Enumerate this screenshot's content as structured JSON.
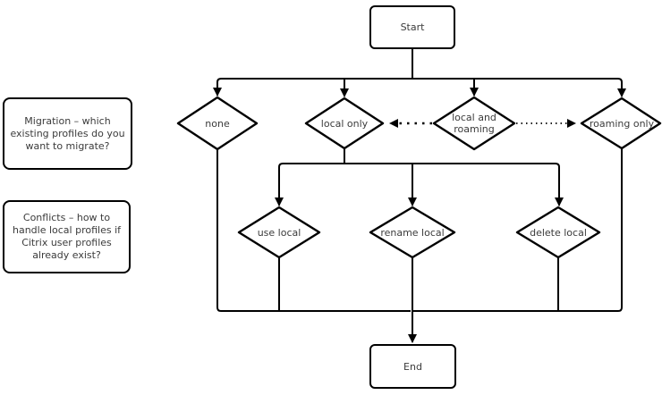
{
  "diagram": {
    "type": "flowchart",
    "colors": {
      "line": "#000000",
      "text": "#3b3b3b",
      "node_fill": "#ffffff",
      "background": "#ffffff"
    },
    "nodes": {
      "start": {
        "label": "Start",
        "shape": "rounded-rect"
      },
      "none": {
        "label": "none",
        "shape": "diamond"
      },
      "local_only": {
        "label": "local only",
        "shape": "diamond"
      },
      "local_and_roaming": {
        "label": "local and roaming",
        "shape": "diamond"
      },
      "roaming_only": {
        "label": "roaming only",
        "shape": "diamond"
      },
      "use_local": {
        "label": "use local",
        "shape": "diamond"
      },
      "rename_local": {
        "label": "rename local",
        "shape": "diamond"
      },
      "delete_local": {
        "label": "delete local",
        "shape": "diamond"
      },
      "end": {
        "label": "End",
        "shape": "rounded-rect"
      }
    },
    "annotations": {
      "migration_note": "Migration – which existing profiles do you want to migrate?",
      "conflicts_note": "Conflicts – how to handle local profiles if Citrix user profiles already exist?"
    },
    "edges": [
      {
        "from": "start",
        "to": "none",
        "style": "solid-arrow"
      },
      {
        "from": "start",
        "to": "local_only",
        "style": "solid-arrow"
      },
      {
        "from": "start",
        "to": "local_and_roaming",
        "style": "solid-arrow"
      },
      {
        "from": "start",
        "to": "roaming_only",
        "style": "solid-arrow"
      },
      {
        "from": "local_and_roaming",
        "to": "local_only",
        "style": "dotted-arrow"
      },
      {
        "from": "local_and_roaming",
        "to": "roaming_only",
        "style": "dotted-arrow"
      },
      {
        "from": "local_only",
        "to": "use_local",
        "style": "solid-arrow"
      },
      {
        "from": "local_only",
        "to": "rename_local",
        "style": "solid-arrow"
      },
      {
        "from": "local_only",
        "to": "delete_local",
        "style": "solid-arrow"
      },
      {
        "from": "none",
        "to": "end",
        "style": "solid"
      },
      {
        "from": "use_local",
        "to": "end",
        "style": "solid"
      },
      {
        "from": "rename_local",
        "to": "end",
        "style": "solid-arrow"
      },
      {
        "from": "delete_local",
        "to": "end",
        "style": "solid"
      },
      {
        "from": "roaming_only",
        "to": "end",
        "style": "solid"
      }
    ]
  }
}
